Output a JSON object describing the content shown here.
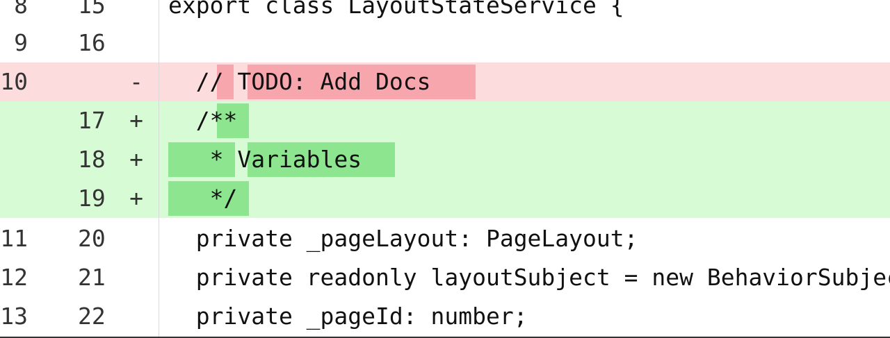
{
  "lines": [
    {
      "type": "context",
      "old": "8",
      "new": "15",
      "marker": "",
      "code": "export class LayoutStateService {"
    },
    {
      "type": "context",
      "old": "9",
      "new": "16",
      "marker": "",
      "code": ""
    },
    {
      "type": "removed",
      "old": "10",
      "new": "",
      "marker": "-",
      "code": "  // TODO: Add Docs"
    },
    {
      "type": "added",
      "old": "",
      "new": "17",
      "marker": "+",
      "code": "  /**"
    },
    {
      "type": "added",
      "old": "",
      "new": "18",
      "marker": "+",
      "code": "   * Variables"
    },
    {
      "type": "added",
      "old": "",
      "new": "19",
      "marker": "+",
      "code": "   */"
    },
    {
      "type": "context",
      "old": "11",
      "new": "20",
      "marker": "",
      "code": "  private _pageLayout: PageLayout;"
    },
    {
      "type": "context",
      "old": "12",
      "new": "21",
      "marker": "",
      "code": "  private readonly layoutSubject = new BehaviorSubject"
    },
    {
      "type": "context",
      "old": "13",
      "new": "22",
      "marker": "",
      "code": "  private _pageId: number;"
    }
  ],
  "colors": {
    "removed_line_bg": "#fcdcdc",
    "removed_word_bg": "#f7a6ad",
    "added_line_bg": "#d7fbd5",
    "added_word_bg": "#8ee58f"
  }
}
